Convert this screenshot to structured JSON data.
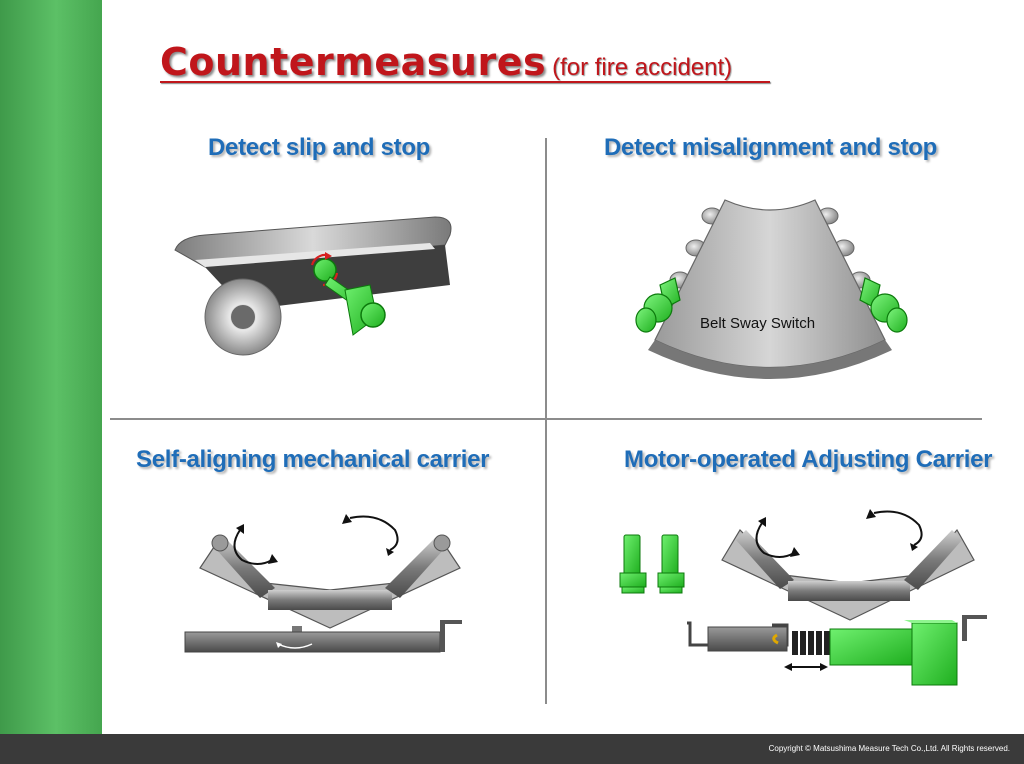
{
  "slide": {
    "title_main": "Countermeasures",
    "title_sub": "(for fire accident)"
  },
  "quadrants": [
    {
      "heading": "Detect slip and stop"
    },
    {
      "heading": "Detect misalignment and stop",
      "label": "Belt Sway Switch"
    },
    {
      "heading": "Self-aligning mechanical carrier"
    },
    {
      "heading": "Motor-operated Adjusting Carrier"
    }
  ],
  "footer": {
    "copyright": "Copyright © Matsushima Measure Tech Co.,Ltd. All Rights reserved."
  },
  "colors": {
    "title": "#c0161b",
    "heading": "#1f6db8",
    "accent_green": "#2fd12f",
    "sidebar_green": "#4caf50",
    "footer_bg": "#3a3a3a"
  },
  "icons": [
    "rotation-arrow-icon",
    "double-arrow-icon"
  ]
}
